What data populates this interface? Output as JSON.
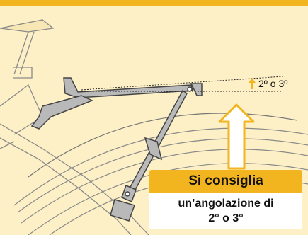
{
  "angle_label": "2º o 3º",
  "callout": {
    "title": "Si consiglia",
    "body_line1": "un’angolazione di",
    "body_line2": "2° o 3°"
  },
  "colors": {
    "background": "#fdf0c6",
    "accent": "#f3b51f",
    "line": "#555555"
  },
  "icons": [
    "bicycle-frame",
    "rear-carrier-rack",
    "kickstand",
    "rear-wheel",
    "up-arrow"
  ]
}
